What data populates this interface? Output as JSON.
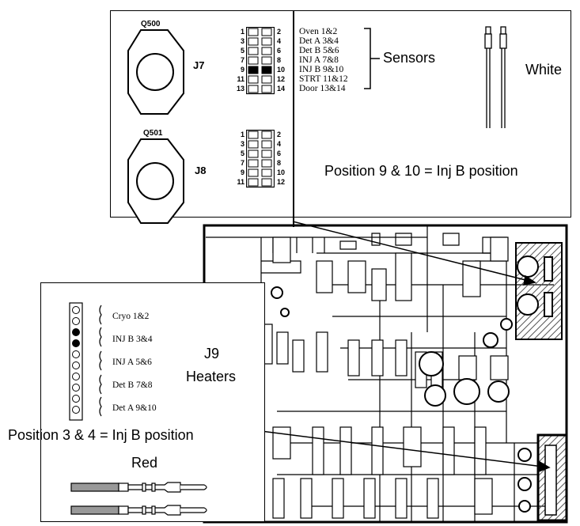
{
  "top_panel": {
    "chip_j7_label": "Q500",
    "chip_j8_label": "Q501",
    "connector_j7": "J7",
    "connector_j8": "J8",
    "j7_pins_left": [
      "1",
      "3",
      "5",
      "7",
      "9",
      "11",
      "13"
    ],
    "j7_pins_right": [
      "2",
      "4",
      "6",
      "8",
      "10",
      "12",
      "14"
    ],
    "j8_pins_left": [
      "1",
      "3",
      "5",
      "7",
      "9",
      "11"
    ],
    "j8_pins_right": [
      "2",
      "4",
      "6",
      "8",
      "10",
      "12"
    ],
    "sensor_items": [
      "Oven 1&2",
      "Det A 3&4",
      "Det B 5&6",
      "INJ A 7&8",
      "INJ B 9&10",
      "STRT 11&12",
      "Door 13&14"
    ],
    "sensors_label": "Sensors",
    "wire_color_label": "White",
    "position_note": "Position 9 & 10 = Inj B position"
  },
  "left_panel": {
    "heater_items": [
      "Cryo 1&2",
      "INJ B 3&4",
      "INJ A 5&6",
      "Det B 7&8",
      "Det A 9&10"
    ],
    "connector_j9": "J9",
    "heaters_label": "Heaters",
    "position_note": "Position 3 & 4 = Inj B position",
    "wire_color_label": "Red"
  },
  "colors": {
    "line": "#000000",
    "filled_pin": "#000000",
    "hatch": "#555555"
  }
}
